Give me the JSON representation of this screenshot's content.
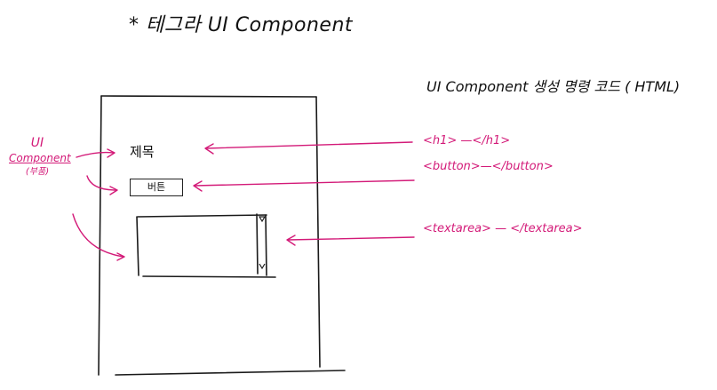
{
  "title": "* 테그라 UI Component",
  "subtitle": "UI Component 생성 명령 코드 ( HTML)",
  "mockup": {
    "heading_text": "제목",
    "button_text": "버튼"
  },
  "side_label": {
    "line1": "UI",
    "line2": "Component",
    "line3": "(부품)"
  },
  "code_labels": {
    "h1": "<h1> —</h1>",
    "button": "<button>—</button>",
    "textarea": "<textarea> — </textarea>"
  },
  "colors": {
    "ink": "#111111",
    "accent": "#d31a78"
  }
}
